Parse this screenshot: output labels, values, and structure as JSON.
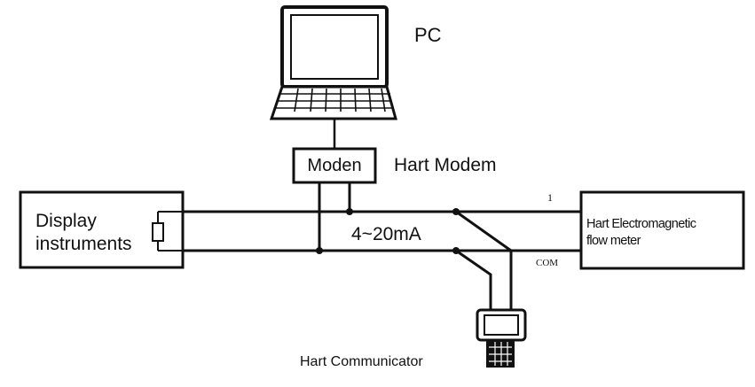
{
  "labels": {
    "pc": "PC",
    "modem_box": "Moden",
    "modem_caption": "Hart Modem",
    "display_line1": "Display",
    "display_line2": "instruments",
    "current": "4~20mA",
    "flowmeter_line1": "Hart Electromagnetic",
    "flowmeter_line2": "flow meter",
    "terminal_top": "1",
    "terminal_bottom": "COM",
    "communicator": "Hart Communicator"
  }
}
